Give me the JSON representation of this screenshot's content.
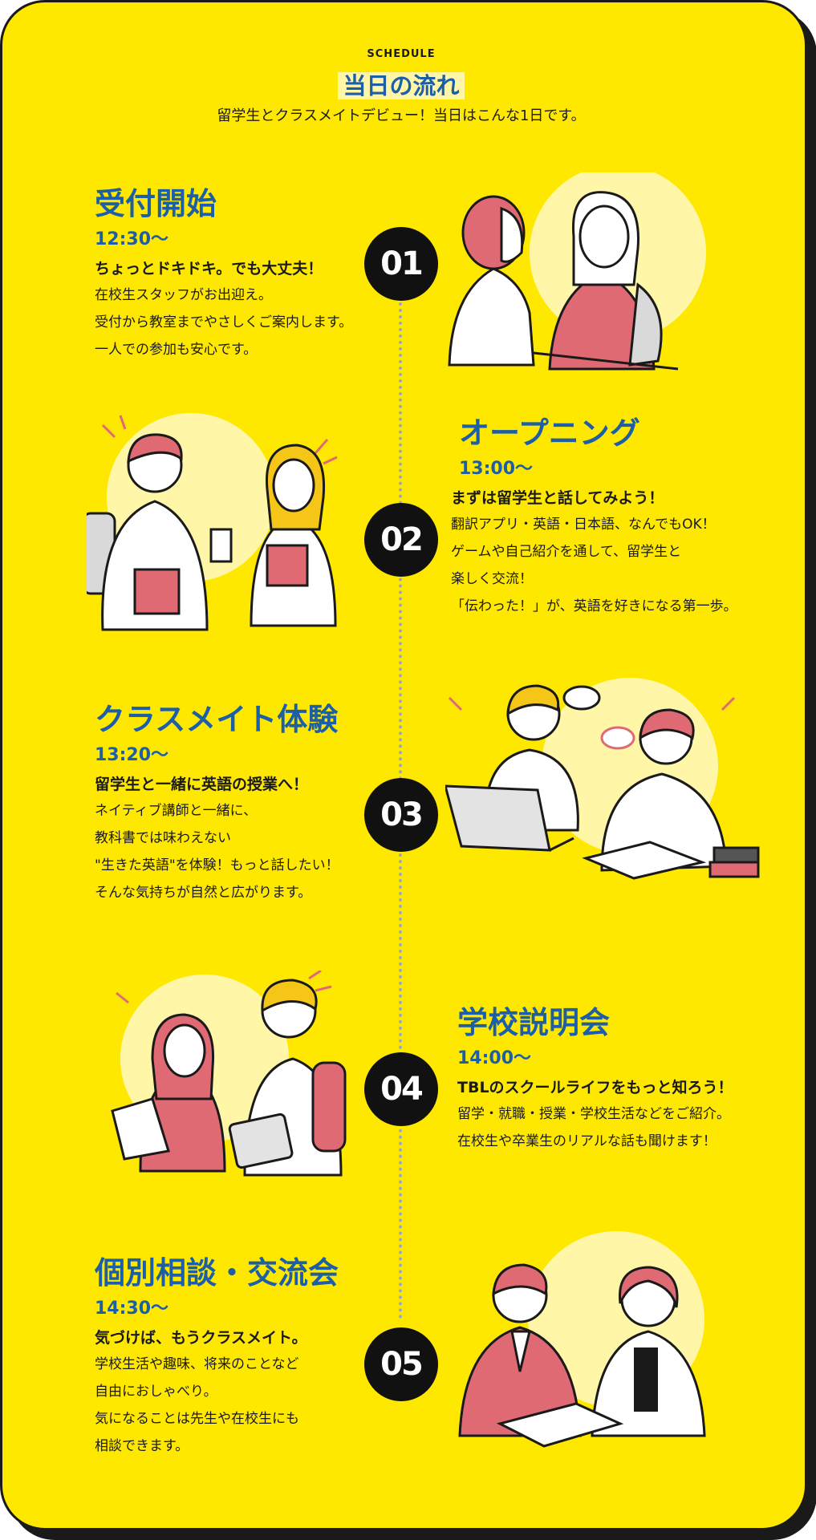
{
  "header": {
    "eyebrow": "SCHEDULE",
    "title": "当日の流れ",
    "lead": "留学生とクラスメイトデビュー！当日はこんな1日です。"
  },
  "colors": {
    "background": "#ffe800",
    "accent_blue": "#1d5fa6",
    "pink": "#e06a74",
    "number_bg": "#111111"
  },
  "steps": [
    {
      "number": "01",
      "title": "受付開始",
      "time": "12:30〜",
      "catch": "ちょっとドキドキ。でも大丈夫！",
      "lines": [
        "在校生スタッフがお出迎え。",
        "受付から教室までやさしくご案内します。",
        "一人での参加も安心です。"
      ]
    },
    {
      "number": "02",
      "title": "オープニング",
      "time": "13:00〜",
      "catch": "まずは留学生と話してみよう！",
      "lines": [
        "翻訳アプリ・英語・日本語、なんでもOK！",
        "ゲームや自己紹介を通して、留学生と",
        "楽しく交流！",
        "「伝わった！」が、英語を好きになる第一歩。"
      ]
    },
    {
      "number": "03",
      "title": "クラスメイト体験",
      "time": "13:20〜",
      "catch": "留学生と一緒に英語の授業へ！",
      "lines": [
        "ネイティブ講師と一緒に、",
        "教科書では味わえない",
        "\"生きた英語\"を体験！もっと話したい！",
        "そんな気持ちが自然と広がります。"
      ]
    },
    {
      "number": "04",
      "title": "学校説明会",
      "time": "14:00〜",
      "catch": "TBLのスクールライフをもっと知ろう！",
      "lines": [
        "留学・就職・授業・学校生活などをご紹介。",
        "在校生や卒業生のリアルな話も聞けます！"
      ]
    },
    {
      "number": "05",
      "title": "個別相談・交流会",
      "time": "14:30〜",
      "catch": "気づけば、もうクラスメイト。",
      "lines": [
        "学校生活や趣味、将来のことなど",
        "自由におしゃべり。",
        "気になることは先生や在校生にも",
        "相談できます。"
      ]
    }
  ]
}
